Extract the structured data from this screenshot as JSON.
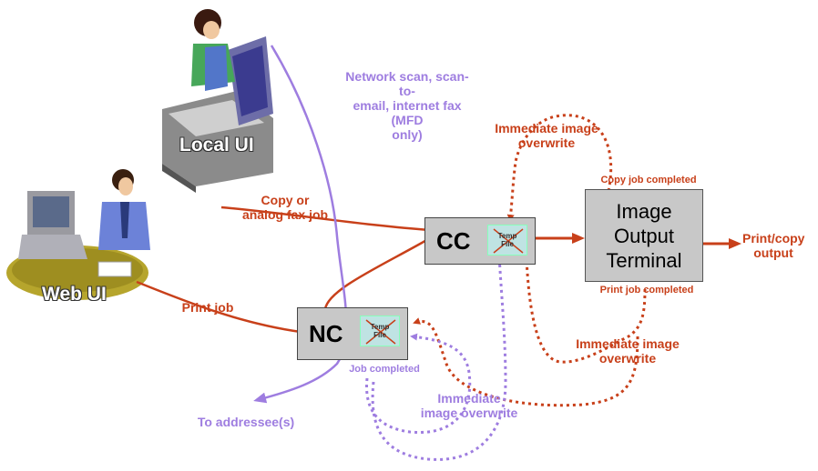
{
  "diagram": {
    "local_ui_label": "Local UI",
    "web_ui_label": "Web UI",
    "cc_label": "CC",
    "nc_label": "NC",
    "temp_file_cc": "Temp\nFile",
    "temp_file_nc": "Temp\nFile",
    "iot_lines": [
      "Image",
      "Output",
      "Terminal"
    ],
    "labels": {
      "network_scan": "Network scan, scan-to-\nemail, internet fax (MFD\nonly)",
      "immediate_overwrite_top": "Immediate image\noverwrite",
      "copy_job_completed": "Copy job completed",
      "copy_or_fax": "Copy or\nanalog fax job",
      "print_copy_output": "Print/copy\noutput",
      "print_job_completed": "Print job completed",
      "print_job": "Print job",
      "immediate_overwrite_right": "Immediate image\noverwrite",
      "job_completed": "Job completed",
      "immediate_overwrite_purple": "Immediate\nimage overwrite",
      "to_addressees": "To addressee(s)"
    },
    "colors": {
      "red": "#c8401a",
      "purple": "#9e7de0",
      "box_gray": "#c8c8c8",
      "temp_fill": "#bfe3e3"
    }
  }
}
